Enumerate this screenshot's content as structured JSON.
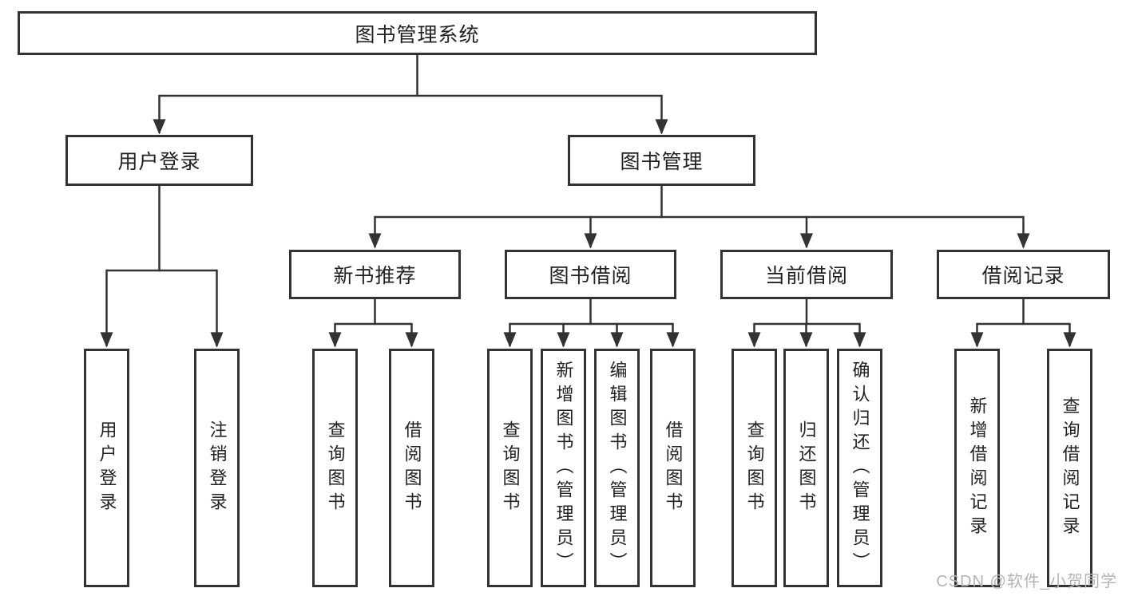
{
  "page": {
    "watermark": "CSDN @软件_小贺同学"
  },
  "colors": {
    "line": "#333333",
    "text": "#222222",
    "background": "#ffffff",
    "watermark": "#b4b4b4"
  },
  "tree": {
    "root": {
      "label": "图书管理系统"
    },
    "children": [
      {
        "label": "用户登录",
        "children": [
          {
            "label": "用户登录"
          },
          {
            "label": "注销登录"
          }
        ]
      },
      {
        "label": "图书管理",
        "children": [
          {
            "label": "新书推荐",
            "children": [
              {
                "label": "查询图书"
              },
              {
                "label": "借阅图书"
              }
            ]
          },
          {
            "label": "图书借阅",
            "children": [
              {
                "label": "查询图书"
              },
              {
                "label": "新增图书（管理员）"
              },
              {
                "label": "编辑图书（管理员）"
              },
              {
                "label": "借阅图书"
              }
            ]
          },
          {
            "label": "当前借阅",
            "children": [
              {
                "label": "查询图书"
              },
              {
                "label": "归还图书"
              },
              {
                "label": "确认归还（管理员）"
              }
            ]
          },
          {
            "label": "借阅记录",
            "children": [
              {
                "label": "新增借阅记录"
              },
              {
                "label": "查询借阅记录"
              }
            ]
          }
        ]
      }
    ]
  }
}
